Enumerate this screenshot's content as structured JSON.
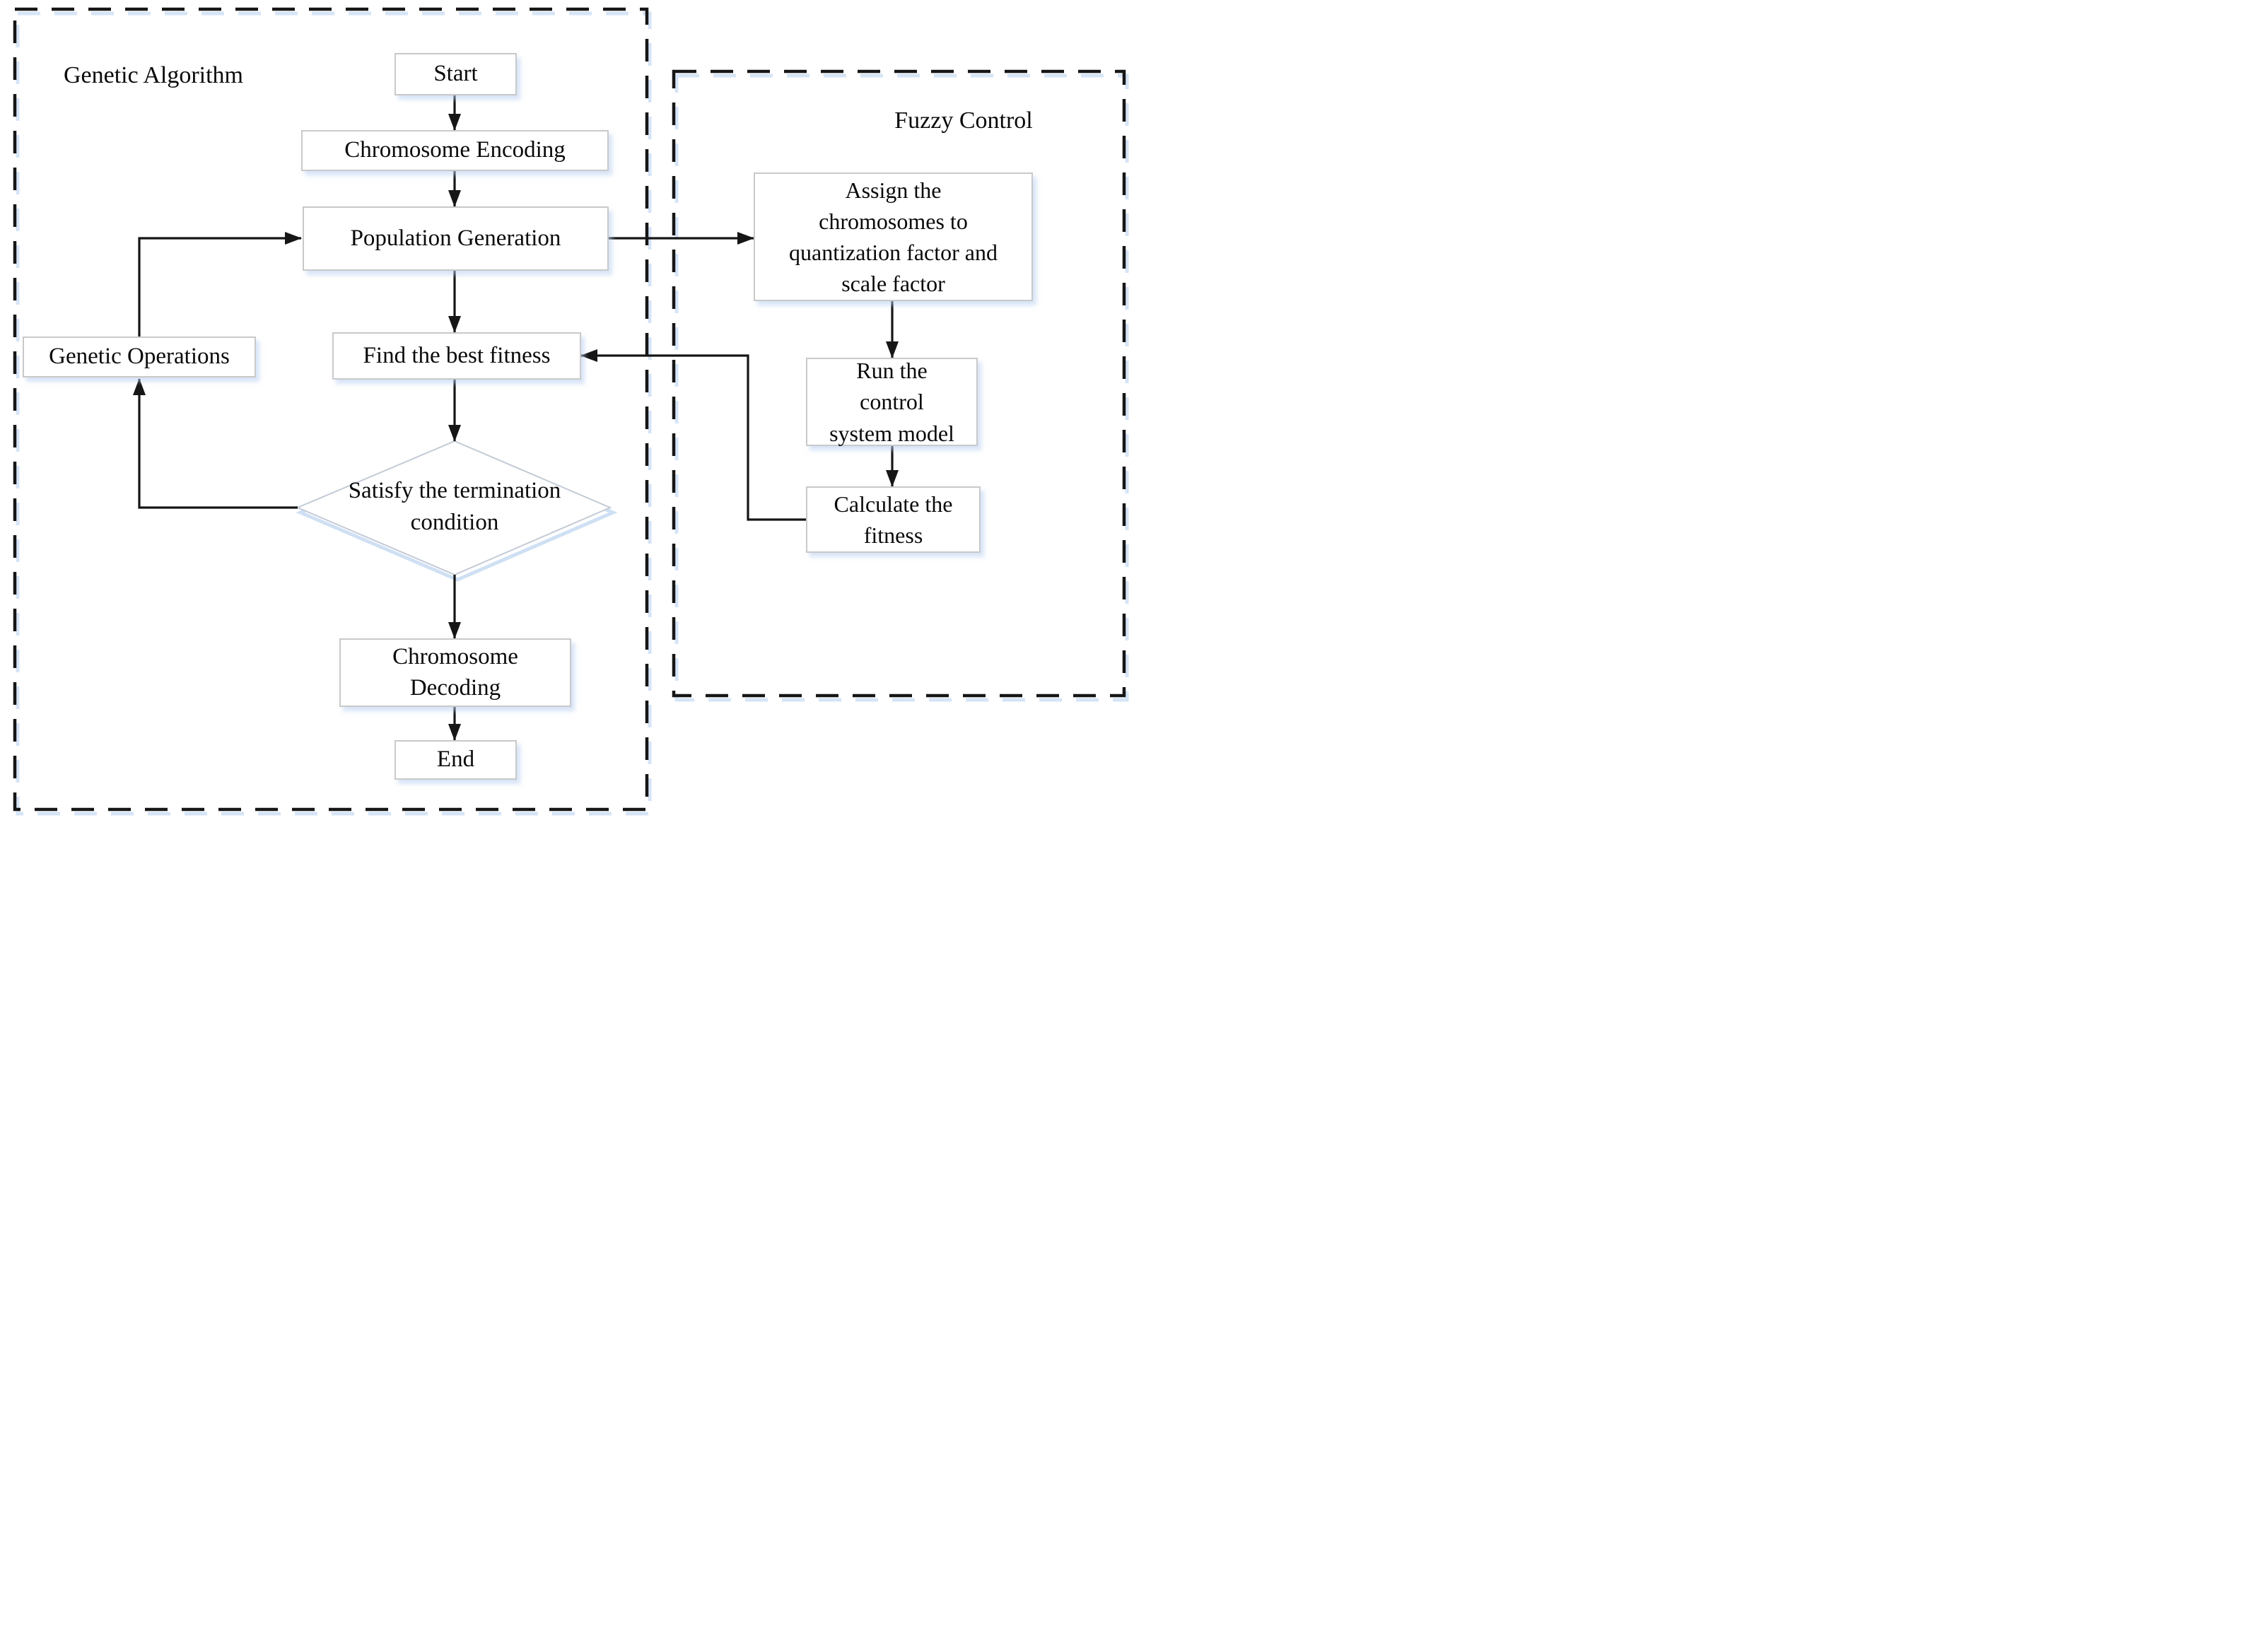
{
  "page": {
    "background": "#ffffff"
  },
  "containers": {
    "genetic_algorithm": {
      "label": "Genetic Algorithm"
    },
    "fuzzy_control": {
      "label": "Fuzzy Control"
    }
  },
  "nodes": {
    "start": {
      "label": "Start",
      "shape": "rect"
    },
    "chromosome_encoding": {
      "label": "Chromosome Encoding",
      "shape": "rect"
    },
    "population_generation": {
      "label": "Population Generation",
      "shape": "rect"
    },
    "find_best_fitness": {
      "label": "Find the best fitness",
      "shape": "rect"
    },
    "termination_check": {
      "label": "Satisfy the termination\ncondition",
      "shape": "diamond"
    },
    "chromosome_decoding": {
      "label": "Chromosome\nDecoding",
      "shape": "rect"
    },
    "end": {
      "label": "End",
      "shape": "rect"
    },
    "genetic_operations": {
      "label": "Genetic Operations",
      "shape": "rect"
    },
    "assign_factors": {
      "label": "Assign the\nchromosomes to\nquantization factor and\nscale factor",
      "shape": "rect"
    },
    "run_model": {
      "label": "Run the\ncontrol\nsystem model",
      "shape": "rect"
    },
    "calculate_fitness": {
      "label": "Calculate the\nfitness",
      "shape": "rect"
    }
  },
  "edges": [
    {
      "from": "start",
      "to": "chromosome_encoding"
    },
    {
      "from": "chromosome_encoding",
      "to": "population_generation"
    },
    {
      "from": "population_generation",
      "to": "find_best_fitness"
    },
    {
      "from": "find_best_fitness",
      "to": "termination_check"
    },
    {
      "from": "termination_check",
      "to": "chromosome_decoding"
    },
    {
      "from": "chromosome_decoding",
      "to": "end"
    },
    {
      "from": "termination_check",
      "to": "genetic_operations"
    },
    {
      "from": "genetic_operations",
      "to": "population_generation"
    },
    {
      "from": "population_generation",
      "to": "assign_factors"
    },
    {
      "from": "assign_factors",
      "to": "run_model"
    },
    {
      "from": "run_model",
      "to": "calculate_fitness"
    },
    {
      "from": "calculate_fitness",
      "to": "find_best_fitness"
    }
  ],
  "colors": {
    "line": "#161616",
    "box_border": "#c9c9c9",
    "diamond_border": "#c3cbd6",
    "shadow": "#b6cef0",
    "text": "#0a0a0a",
    "background": "#ffffff"
  }
}
